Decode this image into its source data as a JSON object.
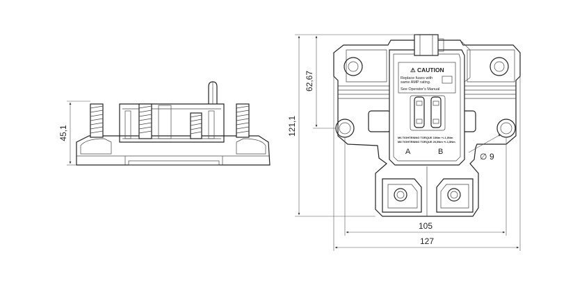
{
  "side_view": {
    "height_dimension": "45,1"
  },
  "top_view": {
    "dimension_height_total": "121,1",
    "dimension_height_partial": "62,67",
    "dimension_width_holes": "105",
    "dimension_width_total": "127",
    "hole_diameter_symbol": "∅",
    "hole_diameter": "9",
    "cover_label": {
      "caution_title": "⚠ CAUTION",
      "line1": "Replace fuses with",
      "line2": "same AMP rating.",
      "line3": "See Operator's Manual",
      "torque_line1": "M6 TIGHTENING TORQUE 10Nm +/-1,0Nm",
      "torque_line2": "M8 TIGHTENING TORQUE 20,5Nm +/-1,5Nm"
    },
    "terminal_a": "A",
    "terminal_b": "B"
  }
}
